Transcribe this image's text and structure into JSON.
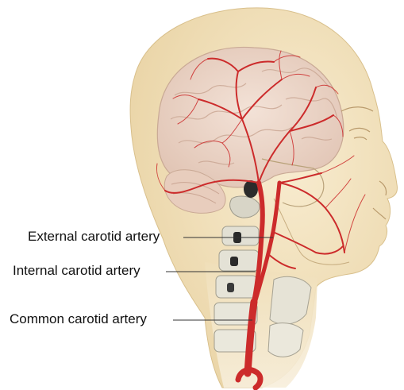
{
  "labels": {
    "external": "External carotid artery",
    "internal": "Internal carotid artery",
    "common": "Common carotid artery"
  },
  "colors": {
    "skin": "#f2dfb6",
    "brain": "#eed8c8",
    "artery": "#cc2b2b",
    "bone": "#e4e4dc",
    "leader_line": "#333333"
  }
}
